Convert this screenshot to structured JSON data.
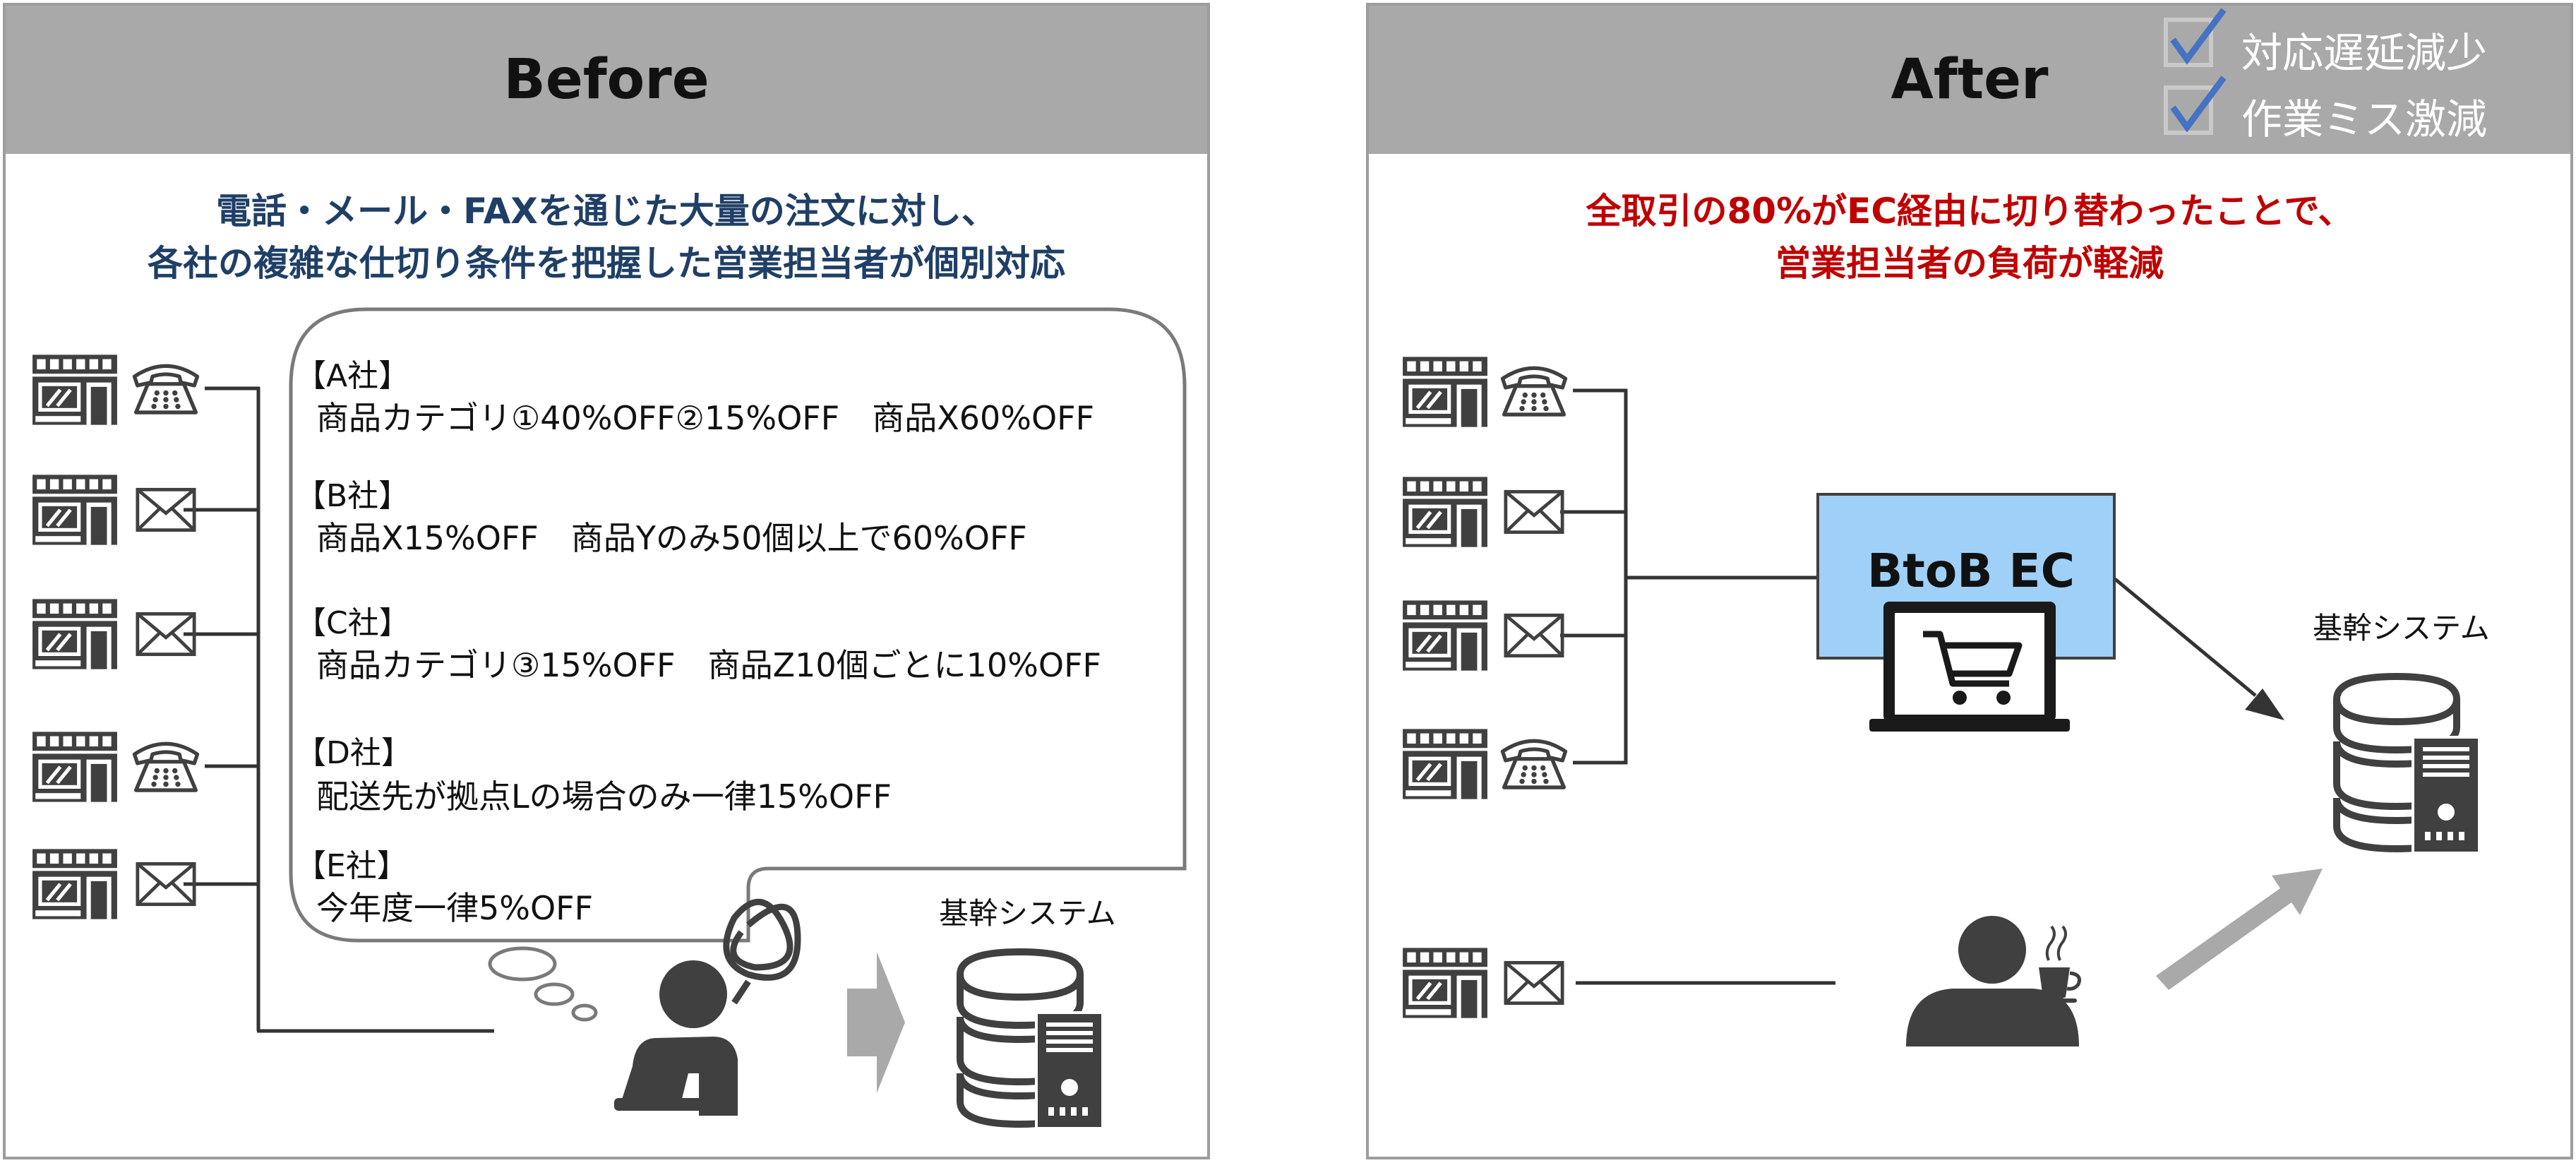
{
  "before": {
    "title": "Before",
    "subtitle_line1": "電話・メール・FAXを通じた大量の注文に対し、",
    "subtitle_line2": "各社の複雑な仕切り条件を把握した営業担当者が個別対応",
    "companies": [
      {
        "name": "【A社】",
        "detail": "商品カテゴリ①40%OFF②15%OFF　商品X60%OFF"
      },
      {
        "name": "【B社】",
        "detail": "商品X15%OFF　商品Yのみ50個以上で60%OFF"
      },
      {
        "name": "【C社】",
        "detail": "商品カテゴリ③15%OFF　商品Z10個ごとに10%OFF"
      },
      {
        "name": "【D社】",
        "detail": "配送先が拠点Lの場合のみ一律15%OFF"
      },
      {
        "name": "【E社】",
        "detail": "今年度一律5%OFF"
      }
    ],
    "system_label": "基幹システム"
  },
  "after": {
    "title": "After",
    "checks": [
      "対応遅延減少",
      "作業ミス激減"
    ],
    "subtitle_line1": "全取引の80%がEC経由に切り替わったことで、",
    "subtitle_line2": "営業担当者の負荷が軽減",
    "ec_label": "BtoB EC",
    "system_label": "基幹システム"
  },
  "colors": {
    "header_bg": "#a9a9a9",
    "subtitle_blue": "#1f3f66",
    "subtitle_red": "#c00000",
    "ec_box": "#9fd0f8",
    "icon_dark": "#404040"
  }
}
